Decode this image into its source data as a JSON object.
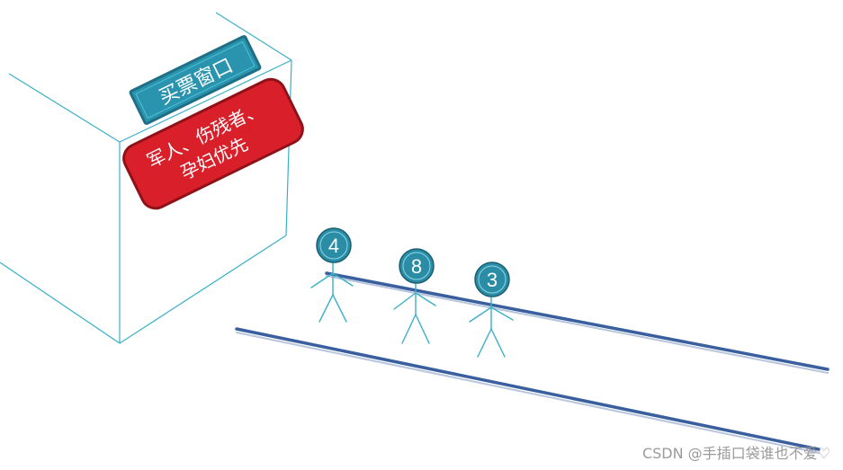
{
  "ticket_window": {
    "label": "买票窗口",
    "color": "#2a93ae"
  },
  "priority_sign": {
    "line1": "军人、伤残者、",
    "line2": "孕妇优先",
    "color": "#d91f2a"
  },
  "people": [
    {
      "number": "4"
    },
    {
      "number": "8"
    },
    {
      "number": "3"
    }
  ],
  "watermark": "CSDN @手插口袋谁也不爱♡"
}
